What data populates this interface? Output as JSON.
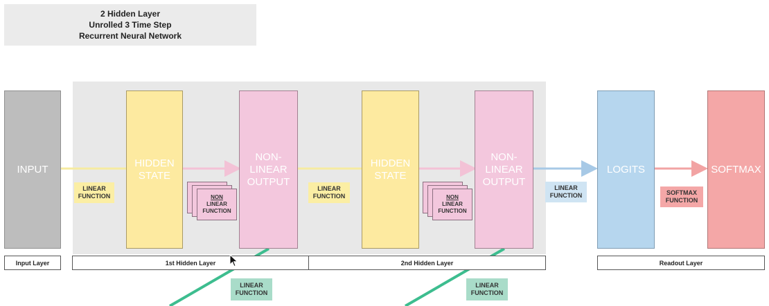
{
  "title": {
    "line1": "2 Hidden Layer",
    "line2": "Unrolled 3 Time Step",
    "line3": "Recurrent Neural Network"
  },
  "blocks": {
    "input": "INPUT",
    "hidden_state_1": [
      "HIDDEN",
      "STATE"
    ],
    "nonlinear_output_1": [
      "NON-",
      "LINEAR",
      "OUTPUT"
    ],
    "hidden_state_2": [
      "HIDDEN",
      "STATE"
    ],
    "nonlinear_output_2": [
      "NON-",
      "LINEAR",
      "OUTPUT"
    ],
    "logits": "LOGITS",
    "softmax": "SOFTMAX"
  },
  "function_tags": {
    "linear_1": [
      "LINEAR",
      "FUNCTION"
    ],
    "linear_2": [
      "LINEAR",
      "FUNCTION"
    ],
    "linear_3": [
      "LINEAR",
      "FUNCTION"
    ],
    "softmax": [
      "SOFTMAX",
      "FUNCTION"
    ],
    "recurrent_1": [
      "LINEAR",
      "FUNCTION"
    ],
    "recurrent_2": [
      "LINEAR",
      "FUNCTION"
    ]
  },
  "nonlinear_cards": {
    "card_1": [
      "NON",
      "LINEAR",
      "FUNCTION"
    ],
    "card_2": [
      "NON",
      "LINEAR",
      "FUNCTION"
    ]
  },
  "layer_labels": {
    "input": "Input Layer",
    "hidden_1": "1st Hidden Layer",
    "hidden_2": "2nd Hidden Layer",
    "readout": "Readout Layer"
  },
  "colors": {
    "input_block": "#bdbdbd",
    "hidden_state": "#fdeaa0",
    "nonlinear_output": "#f3c7dd",
    "logits": "#b6d6ee",
    "softmax": "#f4a7a7",
    "recurrent_line": "#3dbd8f",
    "arrow_yellow": "#f6eba0",
    "arrow_pink": "#f3c2d6",
    "arrow_blue": "#a7c9e6",
    "arrow_red": "#f2a3a3"
  }
}
